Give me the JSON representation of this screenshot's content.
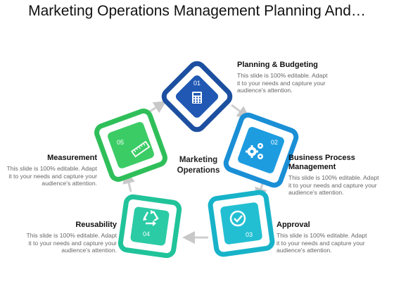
{
  "title": "Marketing Operations Management Planning And…",
  "center": {
    "line1": "Marketing",
    "line2": "Operations"
  },
  "nodes": [
    {
      "number": "01",
      "heading": "Planning & Budgeting",
      "icon": "calculator-icon",
      "body": [
        "This slide is 100% editable. Adapt",
        "it to your needs and capture your",
        "audience's attention."
      ]
    },
    {
      "number": "02",
      "heading_lines": [
        "Business Process",
        "Management"
      ],
      "icon": "gears-icon",
      "body": [
        "This slide is 100% editable. Adapt",
        "it to your needs and capture your",
        "audience's attention."
      ]
    },
    {
      "number": "03",
      "heading": "Approval",
      "icon": "check-circle-icon",
      "body": [
        "This slide is 100% editable. Adapt",
        "it to your needs and capture your",
        "audience's attention."
      ]
    },
    {
      "number": "04",
      "heading": "Reusability",
      "icon": "recycle-icon",
      "body": [
        "This slide is 100% editable. Adapt",
        "it to your needs and capture your",
        "audience's attention."
      ]
    },
    {
      "number": "05",
      "heading": "Measurement",
      "icon": "ruler-icon",
      "body": [
        "This slide is 100% editable. Adapt",
        "it to your needs and capture your",
        "audience's attention."
      ]
    }
  ],
  "colors": {
    "node01": "#1c4fa0",
    "node02": "#1a8fd6",
    "node03": "#17b3c9",
    "node04": "#20c39a",
    "node05": "#2fbf5a",
    "arrow": "#cccccc"
  }
}
